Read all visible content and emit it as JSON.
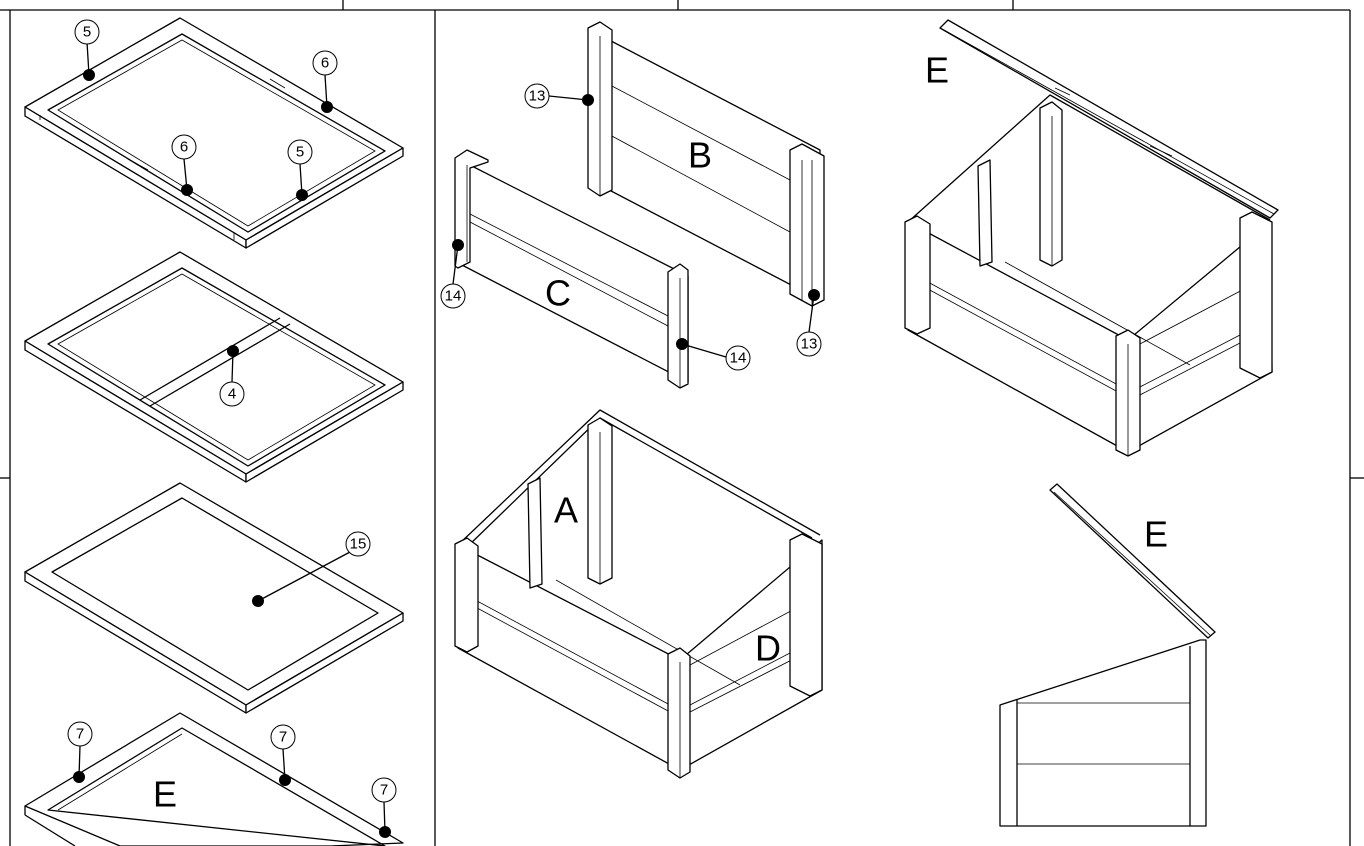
{
  "panels": {
    "frames": {
      "frame_1": {
        "callouts": [
          "5",
          "6",
          "6",
          "5"
        ]
      },
      "frame_2": {
        "callouts": [
          "4"
        ]
      },
      "frame_3": {
        "callouts": [
          "15"
        ]
      },
      "frame_4": {
        "part_label": "E",
        "callouts": [
          "7",
          "7",
          "7"
        ]
      }
    },
    "walls": {
      "wall_b": {
        "part_label": "B",
        "callouts": [
          "13",
          "13"
        ]
      },
      "wall_c": {
        "part_label": "C",
        "callouts": [
          "14",
          "14"
        ]
      }
    },
    "assembly": {
      "labels": [
        "A",
        "D"
      ]
    },
    "assembly_lid_open": {
      "part_label": "E"
    },
    "side_view": {
      "part_label": "E"
    }
  }
}
